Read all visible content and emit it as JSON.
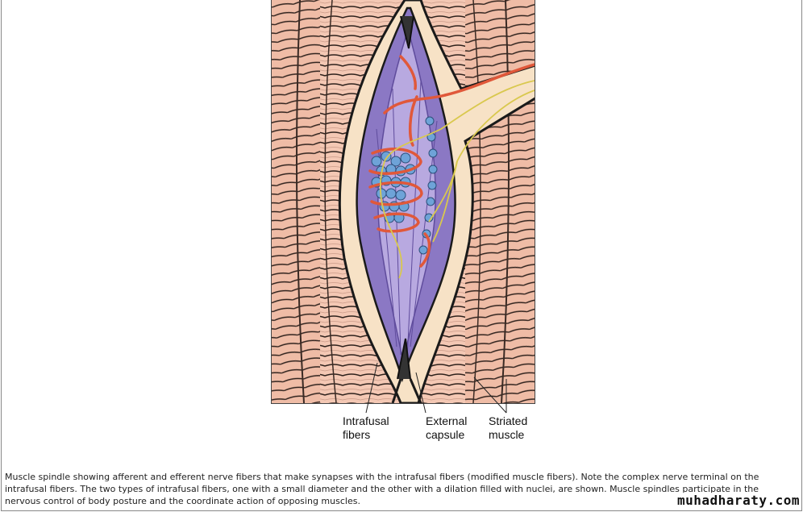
{
  "figure": {
    "labels": {
      "intrafusal_line1": "Intrafusal",
      "intrafusal_line2": "fibers",
      "capsule_line1": "External",
      "capsule_line2": "capsule",
      "striated_line1": "Striated",
      "striated_line2": "muscle"
    },
    "colors": {
      "muscle": "#f4c8b4",
      "muscle_line": "#3a2a24",
      "capsule": "#f7e2c6",
      "spindle": "#8b78c4",
      "spindle_dark": "#5f4c9c",
      "nucleus": "#6ea3d8",
      "efferent_nerve": "#e0583a",
      "afferent_nerve": "#e8d86a"
    }
  },
  "caption": {
    "line1": "Muscle spindle showing afferent and efferent nerve fibers that make synapses with the intrafusal fibers (modified muscle fibers). Note the complex nerve terminal on the",
    "line2": "intrafusal fibers. The two types of intrafusal fibers, one with a small diameter and the other with a dilation filled with nuclei, are shown. Muscle spindles participate in the",
    "line3": "nervous control of body posture and the coordinate action of opposing muscles."
  },
  "watermark": "muhadharaty.com"
}
